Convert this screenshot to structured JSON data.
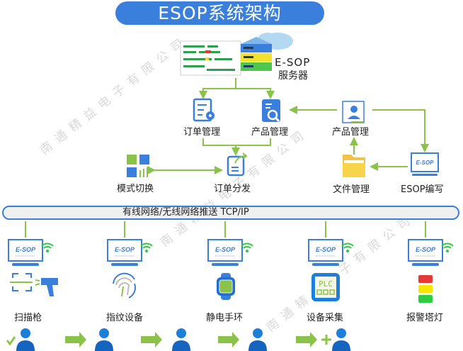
{
  "title": "ESOP系统架构",
  "watermark": "南通精益电子有限公司",
  "server": {
    "line1": "E-SOP",
    "line2": "服务器"
  },
  "modules": {
    "order_mgmt": "订单管理",
    "product_mgmt": "产品管理",
    "product_mgmt_right": "产品管理",
    "mode_switch": "模式切换",
    "order_dispatch": "订单分发",
    "file_mgmt": "文件管理",
    "esop_edit": "ESOP编写"
  },
  "network": {
    "label": "有线网络/无线网络推送  TCP/IP"
  },
  "terminal_logo": "E-SOP",
  "devices": [
    {
      "label": "扫描枪",
      "icon": "barcode-scanner-icon"
    },
    {
      "label": "指纹设备",
      "icon": "fingerprint-icon"
    },
    {
      "label": "静电手环",
      "icon": "wristband-icon"
    },
    {
      "label": "设备采集",
      "icon": "plc-icon",
      "icon_text": "PLC"
    },
    {
      "label": "报警塔灯",
      "icon": "andon-light-icon"
    }
  ],
  "workflow": [
    {
      "icon": "user-check-icon"
    },
    {
      "icon": "user-icon"
    },
    {
      "icon": "user-icon"
    },
    {
      "icon": "user-icon"
    },
    {
      "icon": "user-add-icon"
    }
  ],
  "colors": {
    "blue": "#3b7fdc",
    "green": "#8bc34a",
    "dark_blue": "#1565c0",
    "yellow": "#f7d44a",
    "red": "#e53935"
  }
}
